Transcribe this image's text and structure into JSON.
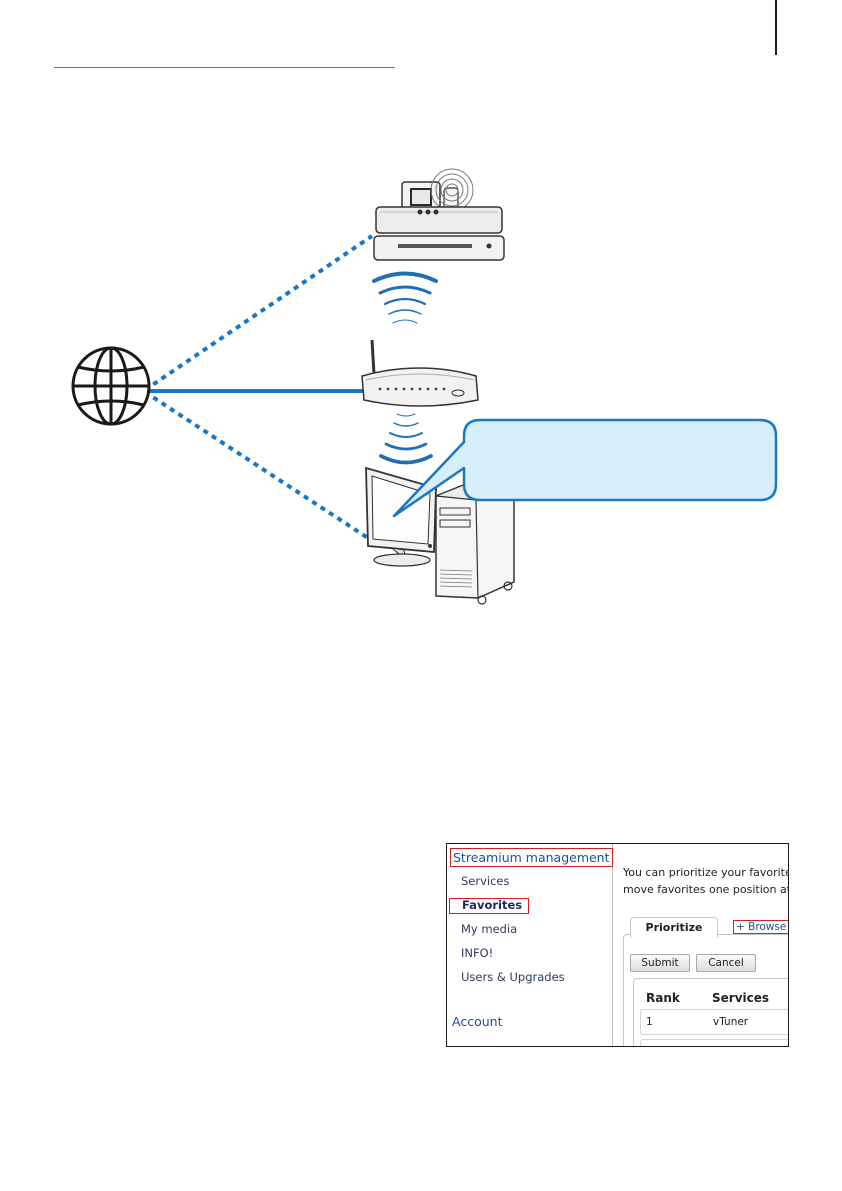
{
  "diagram": {
    "icons": [
      "globe-icon",
      "streaming-device",
      "wireless-router",
      "desktop-computer"
    ],
    "colors": {
      "link": "#1a77c2",
      "callout_fill": "#d6effb",
      "callout_border": "#1a77c2",
      "waves": "#1f6fb8"
    }
  },
  "screenshot": {
    "sidebar": {
      "title": "Streamium management",
      "items": [
        "Services",
        "Favorites",
        "My media",
        "INFO!",
        "Users & Upgrades"
      ],
      "account": "Account"
    },
    "intro_lines": [
      "You can prioritize your favorite",
      "move favorites one position at"
    ],
    "tabs": {
      "prioritize": "Prioritize",
      "browse": "+ Browse"
    },
    "buttons": {
      "submit": "Submit",
      "cancel": "Cancel"
    },
    "table": {
      "headers": [
        "Rank",
        "Services"
      ],
      "rows": [
        [
          "1",
          "vTuner"
        ]
      ]
    },
    "colors": {
      "highlight_border": "#d21f1f",
      "link_text": "#1f4f9a"
    }
  }
}
